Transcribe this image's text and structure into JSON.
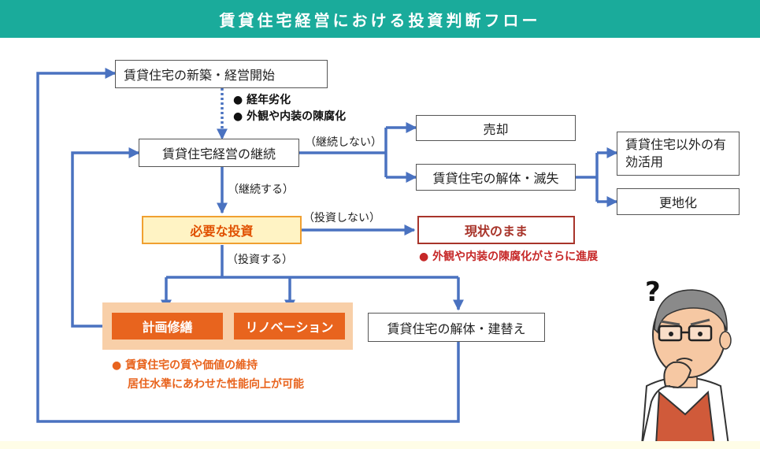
{
  "title": "賃貸住宅経営における投資判断フロー",
  "nodes": {
    "start": "賃貸住宅の新築・経営開始",
    "continue": "賃貸住宅経営の継続",
    "sell": "売却",
    "demolish": "賃貸住宅の解体・滅失",
    "other_use": "賃貸住宅以外の有効活用",
    "vacant_land": "更地化",
    "invest": "必要な投資",
    "as_is": "現状のまま",
    "planned_repair": "計画修繕",
    "renovation": "リノベーション",
    "rebuild": "賃貸住宅の解体・建替え"
  },
  "branch_labels": {
    "not_continue": "（継続しない）",
    "continue": "（継続する）",
    "not_invest": "（投資しない）",
    "invest": "（投資する）"
  },
  "notes": {
    "aging": [
      "経年劣化",
      "外観や内装の陳腐化"
    ],
    "as_is_effect": "外観や内装の陳腐化がさらに進展",
    "invest_effect": [
      "賃貸住宅の質や価値の維持",
      "居住水準にあわせた性能向上が可能"
    ]
  },
  "bullet": "●",
  "question_mark": "?",
  "colors": {
    "header": "#1aab9b",
    "arrow": "#4a72c0",
    "invest_fill": "#fff3c4",
    "invest_border": "#f0a030",
    "action_button": "#e8641e",
    "action_group": "#f8cfa8",
    "as_is": "#a8342a"
  }
}
